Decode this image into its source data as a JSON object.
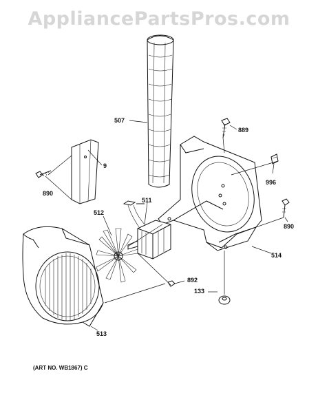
{
  "watermark": "AppliancePartsPros.com",
  "art_number": "(ART NO. WB1867) C",
  "callouts": {
    "c507": "507",
    "c889": "889",
    "c9": "9",
    "c890_left": "890",
    "c512": "512",
    "c511": "511",
    "c996": "996",
    "c890_right": "890",
    "c514": "514",
    "c892": "892",
    "c133": "133",
    "c513": "513"
  }
}
